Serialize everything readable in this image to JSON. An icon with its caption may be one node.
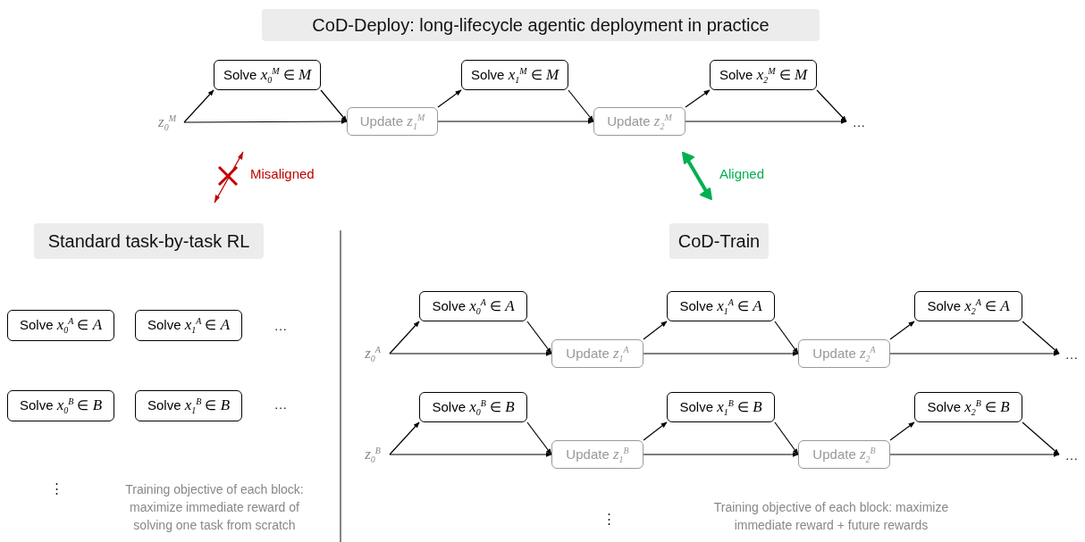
{
  "diagram": {
    "title": "CoD-Deploy: long-lifecycle agentic deployment in practice",
    "nodes": [
      {
        "text": [
          "*z*$_{0}$$^{M}$"
        ]
      },
      {
        "text": [
          "Solve *x*$_{0}$$^{M}$ ∈ *M*"
        ]
      },
      {
        "text": [
          "Update *z*$_{1}$$^{M}$"
        ]
      },
      {
        "text": [
          "Solve *x*$_{1}$$^{M}$ ∈ *M*"
        ]
      },
      {
        "text": [
          "Update *z*$_{2}$$^{M}$"
        ]
      },
      {
        "text": [
          "Solve *x*$_{2}$$^{M}$ ∈ *M*"
        ]
      },
      {
        "text": [
          "Solve *x*$_{0}$$^{A}$ ∈ *A*"
        ]
      },
      {
        "text": [
          "Solve *x*$_{1}$$^{A}$ ∈ *A*"
        ]
      },
      {
        "text": [
          "Solve *x*$_{0}$$^{B}$ ∈ *B*"
        ]
      },
      {
        "text": [
          "Solve *x*$_{1}$$^{B}$ ∈ *B*"
        ]
      },
      {
        "text": [
          "*z*$_{0}$$^{A}$"
        ]
      },
      {
        "text": [
          "Solve *x*$_{0}$$^{A}$ ∈ *A*"
        ]
      },
      {
        "text": [
          "Update *z*$_{1}$$^{A}$"
        ]
      },
      {
        "text": [
          "Solve *x*$_{1}$$^{A}$ ∈ *A*"
        ]
      },
      {
        "text": [
          "Update *z*$_{2}$$^{A}$"
        ]
      },
      {
        "text": [
          "Solve *x*$_{2}$$^{A}$ ∈ *A*"
        ]
      },
      {
        "text": [
          "*z*$_{0}$$^{B}$"
        ]
      },
      {
        "text": [
          "Solve *x*$_{0}$$^{B}$ ∈ *B*"
        ]
      },
      {
        "text": [
          "Update *z*$_{1}$$^{B}$"
        ]
      },
      {
        "text": [
          "Solve *x*$_{1}$$^{B}$ ∈ *B*"
        ]
      },
      {
        "text": [
          "Update *z*$_{2}$$^{B}$"
        ]
      },
      {
        "text": [
          "Solve *x*$_{2}$$^{B}$ ∈ *B*"
        ]
      },
      {
        "text": [
          "…"
        ]
      },
      {
        "text": [
          "…"
        ]
      },
      {
        "text": [
          "…"
        ]
      }
    ],
    "edges": [
      {
        "from": 0,
        "to": 1,
        "arrow": "to"
      },
      {
        "from": 0,
        "to": 2,
        "arrow": "to"
      },
      {
        "from": 1,
        "to": 2,
        "arrow": "to"
      },
      {
        "from": 2,
        "to": 3,
        "arrow": "to"
      },
      {
        "from": 2,
        "to": 4,
        "arrow": "to"
      },
      {
        "from": 3,
        "to": 4,
        "arrow": "to"
      },
      {
        "from": 4,
        "to": 5,
        "arrow": "to"
      },
      {
        "from": 4,
        "to": 22,
        "arrow": "to"
      },
      {
        "from": 5,
        "to": 22,
        "arrow": "to"
      },
      {
        "from": 10,
        "to": 11,
        "arrow": "to"
      },
      {
        "from": 10,
        "to": 12,
        "arrow": "to"
      },
      {
        "from": 11,
        "to": 12,
        "arrow": "to"
      },
      {
        "from": 12,
        "to": 13,
        "arrow": "to"
      },
      {
        "from": 12,
        "to": 14,
        "arrow": "to"
      },
      {
        "from": 13,
        "to": 14,
        "arrow": "to"
      },
      {
        "from": 14,
        "to": 15,
        "arrow": "to"
      },
      {
        "from": 14,
        "to": 23,
        "arrow": "to"
      },
      {
        "from": 15,
        "to": 23,
        "arrow": "to"
      },
      {
        "from": 16,
        "to": 17,
        "arrow": "to"
      },
      {
        "from": 16,
        "to": 18,
        "arrow": "to"
      },
      {
        "from": 17,
        "to": 18,
        "arrow": "to"
      },
      {
        "from": 18,
        "to": 19,
        "arrow": "to"
      },
      {
        "from": 18,
        "to": 20,
        "arrow": "to"
      },
      {
        "from": 19,
        "to": 20,
        "arrow": "to"
      },
      {
        "from": 20,
        "to": 21,
        "arrow": "to"
      },
      {
        "from": 20,
        "to": 24,
        "arrow": "to"
      },
      {
        "from": 21,
        "to": 24,
        "arrow": "to"
      }
    ],
    "labels": [
      "Misaligned",
      "Aligned",
      "Standard task-by-task RL",
      "CoD-Train",
      "…",
      "…",
      "⋮",
      "Training objective of each block: maximize immediate reward of solving one task from scratch",
      "Training objective of each block: maximize immediate reward + future rewards",
      "⋮"
    ]
  }
}
